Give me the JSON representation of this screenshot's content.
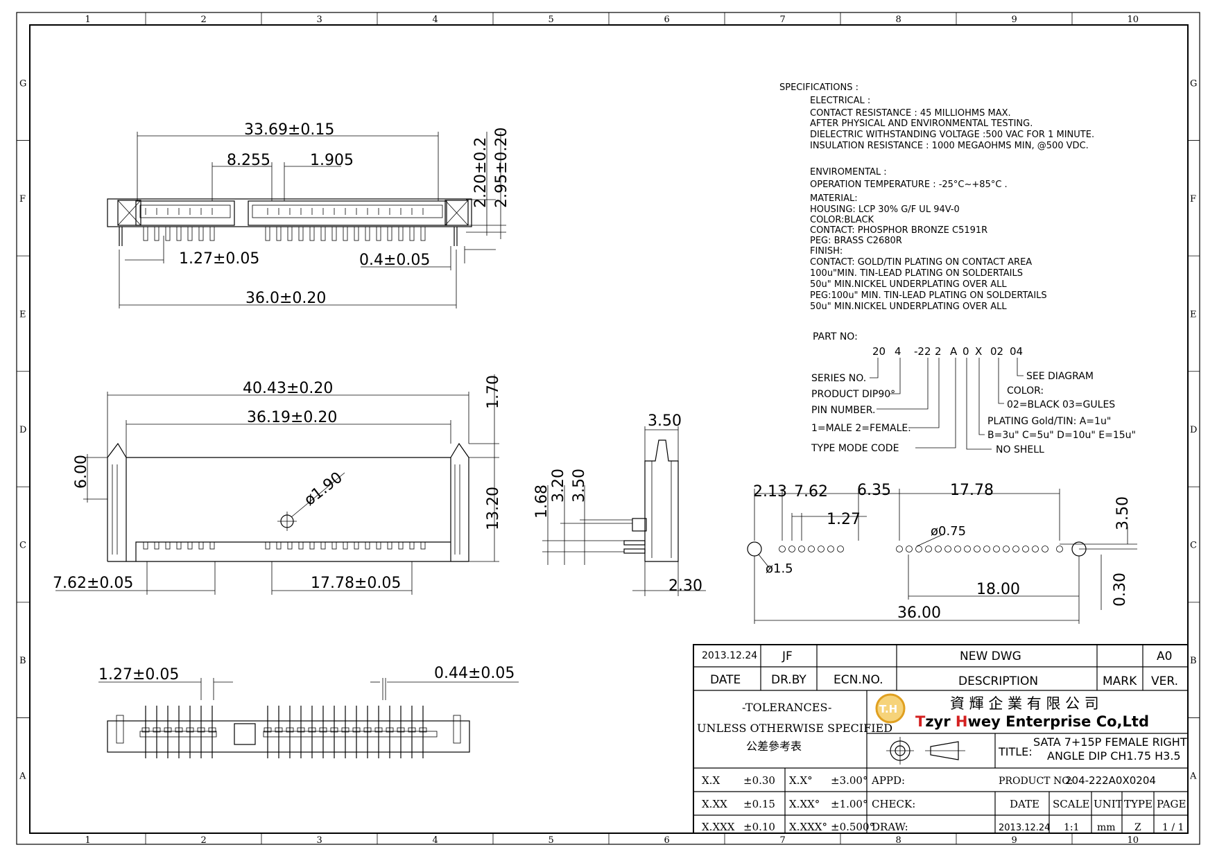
{
  "frame": {
    "cols": [
      "1",
      "2",
      "3",
      "4",
      "5",
      "6",
      "7",
      "8",
      "9",
      "10"
    ],
    "rows": [
      "G",
      "F",
      "E",
      "D",
      "C",
      "B",
      "A"
    ]
  },
  "specs": {
    "heading": "SPECIFICATIONS :",
    "lines": [
      "ELECTRICAL :",
      "CONTACT RESISTANCE : 45 MILLIOHMS MAX.",
      "AFTER PHYSICAL AND ENVIRONMENTAL TESTING.",
      "DIELECTRIC WITHSTANDING VOLTAGE :500 VAC FOR 1 MINUTE.",
      "INSULATION RESISTANCE : 1000 MEGAOHMS MIN, @500 VDC.",
      "",
      "ENVIROMENTAL :",
      "OPERATION TEMPERATURE : -25°C~+85°C .",
      "MATERIAL:",
      "HOUSING: LCP   30% G/F UL 94V-0",
      "COLOR:BLACK",
      "CONTACT: PHOSPHOR BRONZE C5191R",
      "PEG: BRASS C2680R",
      "FINISH:",
      "CONTACT: GOLD/TIN PLATING ON CONTACT AREA",
      "100u\"MIN. TIN-LEAD PLATING ON SOLDERTAILS",
      "50u\" MIN.NICKEL UNDERPLATING OVER ALL",
      "PEG:100u\" MIN. TIN-LEAD PLATING ON SOLDERTAILS",
      "50u\" MIN.NICKEL UNDERPLATING OVER ALL"
    ]
  },
  "part_no": {
    "label": "PART NO:",
    "segments": [
      "20",
      "4",
      "-22",
      "2",
      "A",
      "0",
      "X",
      "02",
      "04"
    ],
    "see_diagram": "SEE DIAGRAM",
    "series": "SERIES NO.",
    "product": "PRODUCT DIP90°",
    "pin_number": "PIN NUMBER.",
    "male_female": "1=MALE 2=FEMALE.",
    "type_mode": "TYPE MODE CODE",
    "color_label": "COLOR:",
    "color_values": "02=BLACK 03=GULES",
    "plating_1": "PLATING Gold/TIN: A=1u\"",
    "plating_2": "B=3u\" C=5u\" D=10u\" E=15u\"",
    "no_shell": "NO SHELL"
  },
  "dims_top": {
    "overall": "33.69±0.15",
    "d1": "8.255",
    "d2": "1.905",
    "h1": "2.20±0.2",
    "h2": "2.95±0.20",
    "pitch": "1.27±0.05",
    "pin_w": "0.4±0.05",
    "width": "36.0±0.20"
  },
  "dims_front": {
    "w1": "40.43±0.20",
    "w2": "36.19±0.20",
    "h_top": "1.70",
    "h_left": "6.00",
    "h_right": "13.20",
    "hole": "ø1.90",
    "p1": "7.62±0.05",
    "p2": "17.78±0.05"
  },
  "dims_side": {
    "t": "3.50",
    "a": "1.68",
    "b": "3.20",
    "c": "3.50",
    "d": "2.30"
  },
  "dims_pcb": {
    "a": "2.13",
    "b": "7.62",
    "c": "6.35",
    "d": "17.78",
    "pitch": "1.27",
    "hole_small": "ø0.75",
    "hole_big": "ø1.5",
    "h": "3.50",
    "span": "18.00",
    "offset": "0.30",
    "total": "36.00"
  },
  "dims_bottom": {
    "pitch": "1.27±0.05",
    "pin": "0.44±0.05"
  },
  "title_block": {
    "rev_date": "2013.12.24",
    "rev_by": "JF",
    "rev_desc": "NEW DWG",
    "rev_ver": "A0",
    "h_date": "DATE",
    "h_drby": "DR.BY",
    "h_ecn": "ECN.NO.",
    "h_desc": "DESCRIPTION",
    "h_mark": "MARK",
    "h_ver": "VER.",
    "tol_1": "-TOLERANCES-",
    "tol_2": "UNLESS OTHERWISE SPECIFIED",
    "tol_3": "公差參考表",
    "company_cn": "資 輝 企 業 有 限 公 司",
    "company_en_1": "T",
    "company_en_2": "zyr ",
    "company_en_3": "H",
    "company_en_4": "wey Enterprise Co,Ltd",
    "logo_text": "T.H",
    "title_label": "TITLE:",
    "title_1": "SATA 7+15P FEMALE RIGHT",
    "title_2": "ANGLE DIP CH1.75 H3.5",
    "product_no_label": "PRODUCT NO:",
    "product_no": "204-222A0X0204",
    "appd": "APPD:",
    "check": "CHECK:",
    "draw": "DRAW:",
    "tol_rows": [
      {
        "a": "X.X",
        "b": "±0.30",
        "c": "X.X°",
        "d": "±3.00°"
      },
      {
        "a": "X.XX",
        "b": "±0.15",
        "c": "X.XX°",
        "d": "±1.00°"
      },
      {
        "a": "X.XXX",
        "b": "±0.10",
        "c": "X.XXX°",
        "d": "±0.500°"
      }
    ],
    "h_date2": "DATE",
    "h_scale": "SCALE",
    "h_unit": "UNIT",
    "h_type": "TYPE",
    "h_page": "PAGE",
    "v_date": "2013.12.24",
    "v_scale": "1:1",
    "v_unit": "mm",
    "v_type": "Z",
    "v_page": "1 / 1"
  },
  "colors": {
    "brand_red": "#d42020",
    "logo_gold": "#e0a020"
  }
}
